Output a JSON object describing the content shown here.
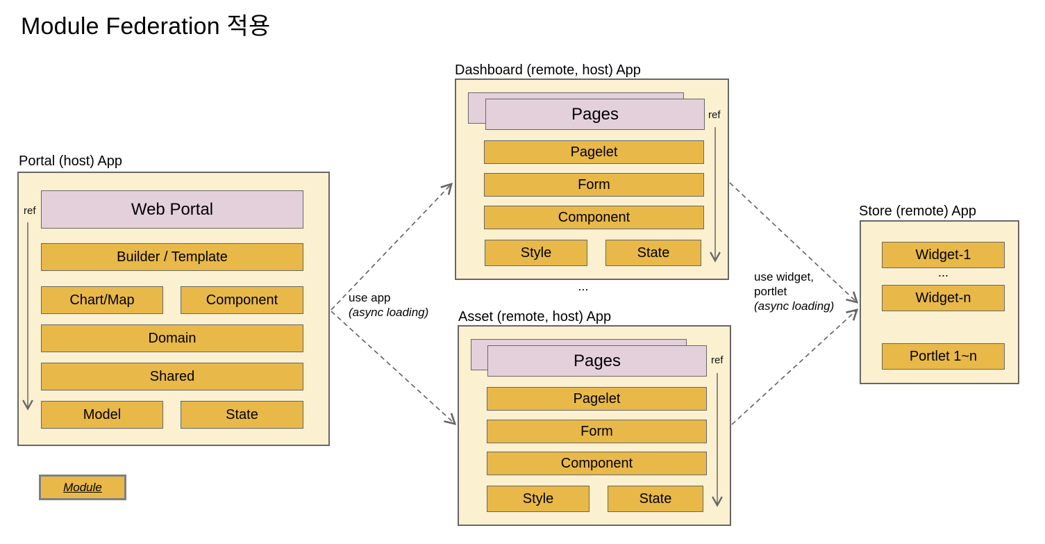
{
  "title": "Module Federation 적용",
  "colors": {
    "container_fill": "#FBF0D0",
    "module_fill": "#E8B849",
    "page_fill": "#E4D0DB",
    "border": "#666666",
    "legend_border": "#7F7F7F",
    "arrow": "#666666",
    "text": "#000000"
  },
  "portal": {
    "label": "Portal (host) App",
    "ref_label": "ref",
    "header": "Web Portal",
    "rows": [
      [
        "Builder / Template"
      ],
      [
        "Chart/Map",
        "Component"
      ],
      [
        "Domain"
      ],
      [
        "Shared"
      ],
      [
        "Model",
        "State"
      ]
    ]
  },
  "dashboard": {
    "label": "Dashboard (remote, host) App",
    "ref_label": "ref",
    "header": "Pages",
    "rows": [
      [
        "Pagelet"
      ],
      [
        "Form"
      ],
      [
        "Component"
      ],
      [
        "Style",
        "State"
      ]
    ]
  },
  "asset": {
    "label": "Asset (remote, host) App",
    "ref_label": "ref",
    "header": "Pages",
    "rows": [
      [
        "Pagelet"
      ],
      [
        "Form"
      ],
      [
        "Component"
      ],
      [
        "Style",
        "State"
      ]
    ]
  },
  "store": {
    "label": "Store (remote) App",
    "items": [
      "Widget-1",
      "...",
      "Widget-n",
      "Portlet 1~n"
    ]
  },
  "connectors": {
    "use_app": [
      "use app",
      "(async loading)"
    ],
    "use_widget": [
      "use widget,",
      "portlet",
      "(async loading)"
    ],
    "middle_ellipsis": "..."
  },
  "legend": {
    "label": "Module"
  }
}
